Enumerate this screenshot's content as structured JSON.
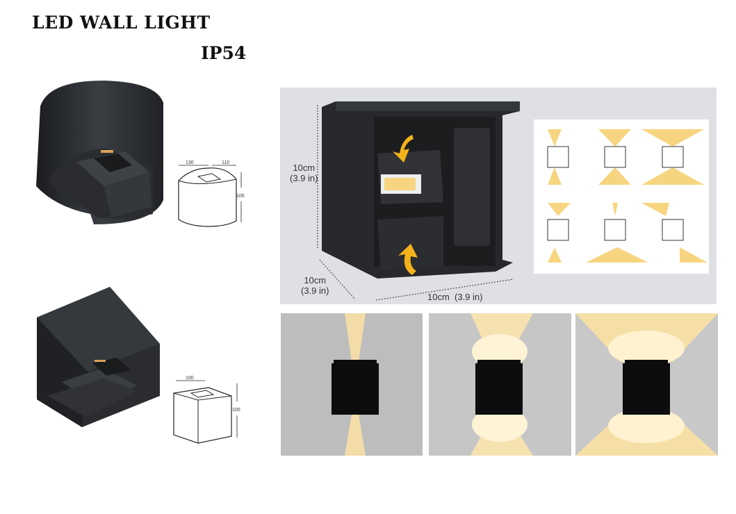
{
  "header": {
    "title": "LED WALL LIGHT",
    "subtitle": "IP54"
  },
  "round_drawing": {
    "width_label": "130",
    "depth_label": "110",
    "height_label": "100"
  },
  "square_drawing": {
    "width_label": "100",
    "height_label": "100"
  },
  "dimension_panel": {
    "height_cm": "10cm",
    "height_in": "(3.9 in)",
    "depth_cm": "10cm",
    "depth_in": "(3.9 in)",
    "width_text": "10cm  (3.9 in)"
  },
  "colors": {
    "fixture": "#26282b",
    "light": "#f7d580",
    "arrow": "#f4b21a",
    "panel_bg": "#dfe0e4"
  },
  "icons": [
    "round-lamp-photo",
    "square-lamp-photo",
    "rotate-arrow-icon",
    "beam-angle-icon",
    "light-effect-image"
  ]
}
